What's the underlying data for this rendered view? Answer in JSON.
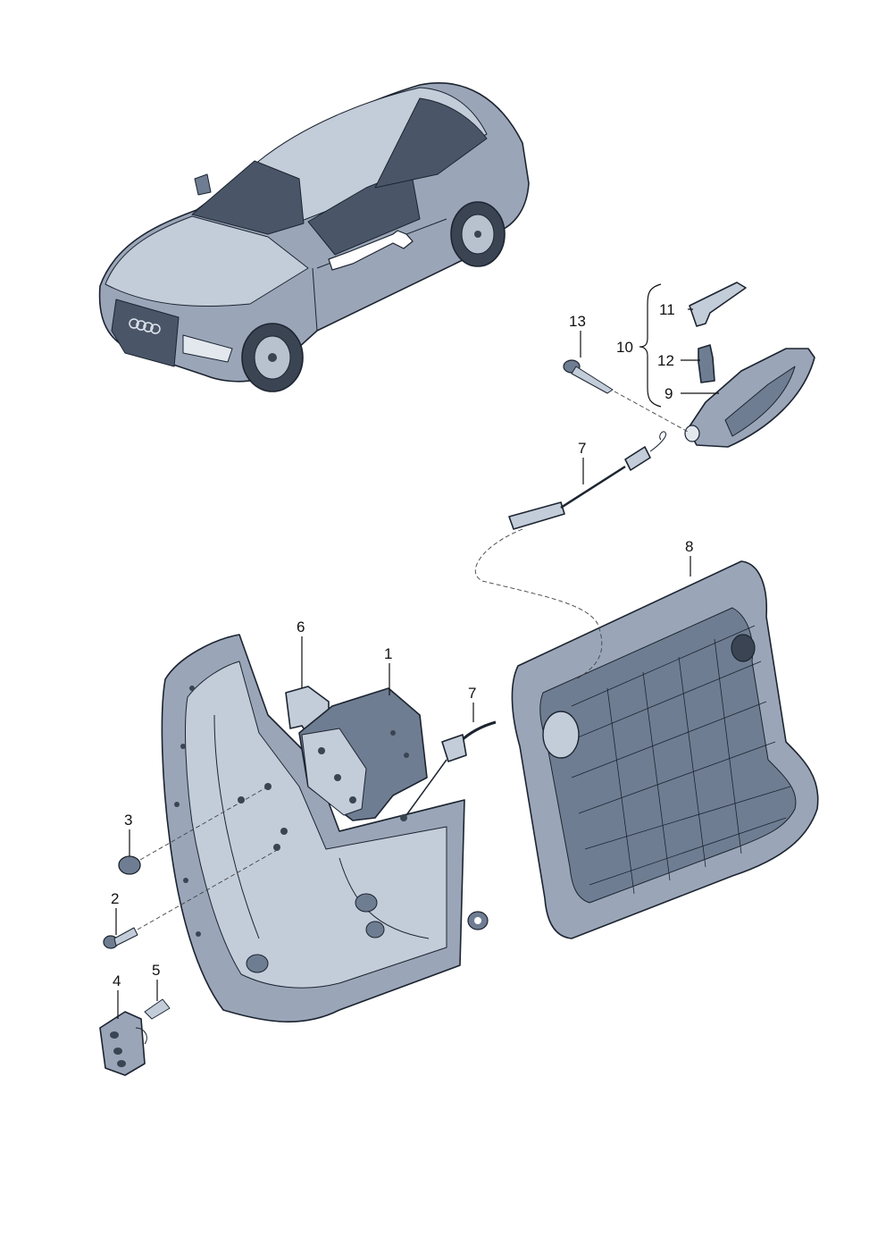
{
  "diagram": {
    "colors": {
      "body": "#9aa6b8",
      "body_dark": "#6f7d92",
      "body_light": "#c3ccd9",
      "glass": "#4a5668",
      "outline": "#1c2430",
      "paper": "#ffffff"
    },
    "callouts": {
      "c1": "1",
      "c2": "2",
      "c3": "3",
      "c4": "4",
      "c5": "5",
      "c6": "6",
      "c7a": "7",
      "c7b": "7",
      "c8": "8",
      "c9": "9",
      "c10": "10",
      "c11": "11",
      "c12": "12",
      "c13": "13"
    },
    "parts": [
      {
        "ref": "1",
        "icon": "door-lock-mechanism-icon"
      },
      {
        "ref": "2",
        "icon": "screw-icon"
      },
      {
        "ref": "3",
        "icon": "round-cap-icon"
      },
      {
        "ref": "4",
        "icon": "striker-plate-icon"
      },
      {
        "ref": "5",
        "icon": "countersunk-screw-icon"
      },
      {
        "ref": "6",
        "icon": "lock-bracket-icon"
      },
      {
        "ref": "7",
        "icon": "bowden-cable-icon"
      },
      {
        "ref": "8",
        "icon": "door-seal-panel-icon"
      },
      {
        "ref": "9",
        "icon": "interior-handle-icon"
      },
      {
        "ref": "10",
        "icon": "handle-assembly-bracket-icon"
      },
      {
        "ref": "11",
        "icon": "handle-lever-icon"
      },
      {
        "ref": "12",
        "icon": "lamp-bulb-icon"
      },
      {
        "ref": "13",
        "icon": "self-tapping-screw-icon"
      }
    ]
  }
}
